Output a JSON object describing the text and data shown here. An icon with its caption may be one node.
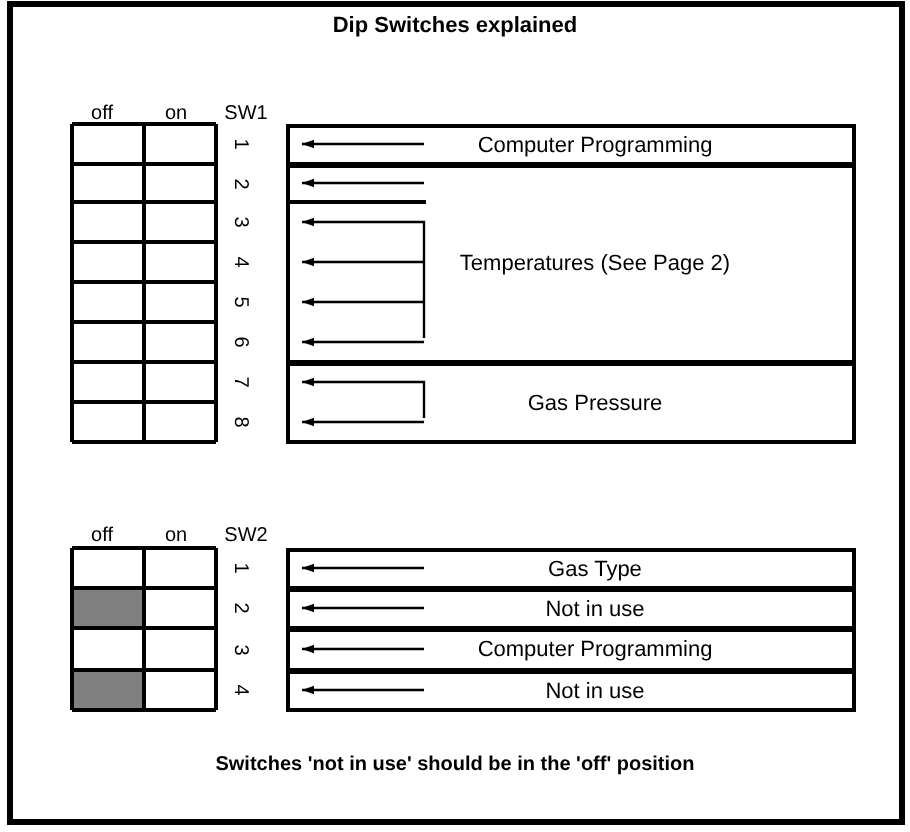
{
  "diagram": {
    "title": "Dip Switches explained",
    "caption": "Switches 'not in use' should be in the 'off' position",
    "nodes": [
      {
        "text": [
          "Computer Programming"
        ]
      },
      {
        "text": [
          "Temperatures (See Page 2)"
        ]
      },
      {
        "text": [
          "Gas Pressure"
        ]
      },
      {
        "text": [
          "Gas Type"
        ]
      },
      {
        "text": [
          "Not in use"
        ]
      },
      {
        "text": [
          "Computer Programming"
        ]
      },
      {
        "text": [
          "Not in use"
        ]
      },
      {
        "text": [
          "1"
        ]
      },
      {
        "text": [
          "2"
        ]
      },
      {
        "text": [
          "3"
        ]
      },
      {
        "text": [
          "4"
        ]
      },
      {
        "text": [
          "5"
        ]
      },
      {
        "text": [
          "6"
        ]
      },
      {
        "text": [
          "7"
        ]
      },
      {
        "text": [
          "8"
        ]
      },
      {
        "text": [
          "1"
        ]
      },
      {
        "text": [
          "2"
        ]
      },
      {
        "text": [
          "3"
        ]
      },
      {
        "text": [
          "4"
        ]
      }
    ],
    "edges": [
      {
        "from": 0,
        "to": 7,
        "arrow": "to"
      },
      {
        "from": 1,
        "to": 8,
        "arrow": "to"
      },
      {
        "from": 1,
        "to": 9,
        "arrow": "to"
      },
      {
        "from": 1,
        "to": 10,
        "arrow": "to"
      },
      {
        "from": 1,
        "to": 11,
        "arrow": "to"
      },
      {
        "from": 1,
        "to": 12,
        "arrow": "to"
      },
      {
        "from": 2,
        "to": 13,
        "arrow": "to"
      },
      {
        "from": 2,
        "to": 14,
        "arrow": "to"
      },
      {
        "from": 3,
        "to": 15,
        "arrow": "to"
      },
      {
        "from": 4,
        "to": 16,
        "arrow": "to"
      },
      {
        "from": 5,
        "to": 17,
        "arrow": "to"
      },
      {
        "from": 6,
        "to": 18,
        "arrow": "to"
      }
    ],
    "labels": [
      "off",
      "on",
      "SW1",
      "off",
      "on",
      "SW2"
    ]
  }
}
